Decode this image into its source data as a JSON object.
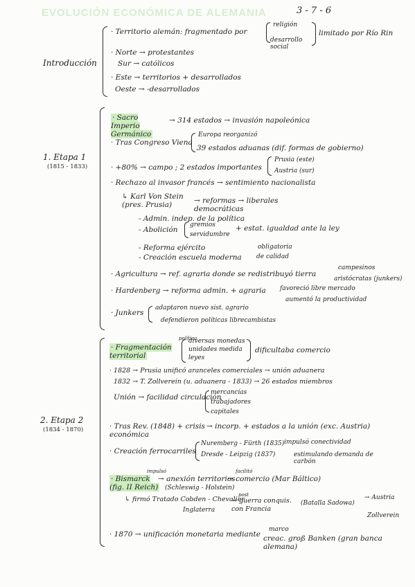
{
  "title": "EVOLUCIÓN ECONÓMICA DE ALEMANIA",
  "date": "3 - 7 - 6",
  "intro": {
    "label": "Introducción",
    "l1": "· Territorio alemán: fragmentado por",
    "l1a": "religión",
    "l1b": "desarrollo social",
    "l1c": "limitado por Río Rin",
    "l2": "· Norte → protestantes",
    "l3": "Sur → católicos",
    "l4": "· Este → territorios + desarrollados",
    "l5": "Oeste → -desarrollados"
  },
  "etapa1": {
    "label": "1. Etapa 1",
    "years": "(1815 - 1833)",
    "l1": "· Sacro Imperio Germánico",
    "l1b": "→ 314 estados → invasión napoleónica",
    "l2": "· Tras Congreso Viena",
    "l2a": "Europa reorganizó",
    "l2b": "39 estados aduanas (dif. formas de gobierno)",
    "l3": "· +80% → campo ; 2 estados importantes",
    "l3a": "Prusia (este)",
    "l3b": "Austria (sur)",
    "l4": "· Rechazo al invasor francés → sentimiento nacionalista",
    "l5": "↳ Karl Von Stein (pres. Prusia)",
    "l5b": "→ reformas → liberales democráticas",
    "l6": "- Admin. indep. de la política",
    "l7": "- Abolición",
    "l7a": "gremios",
    "l7b": "servidumbre",
    "l7c": "+ estat. igualdad ante la ley",
    "l8": "- Reforma ejército",
    "l8a": "obligatoria",
    "l9": "- Creación escuela moderna",
    "l9a": "de calidad",
    "l10": "· Agricultura → ref. agraria donde se redistribuyó tierra",
    "l10a": "campesinos",
    "l10b": "aristócratas (junkers)",
    "l11": "· Hardenberg → reforma admin. + agraria",
    "l11a": "favoreció libre mercado",
    "l11b": "aumentó la productividad",
    "l12": "· Junkers",
    "l12a": "adaptaron nuevo sist. agrario",
    "l12b": "defendieron políticas librecambistas"
  },
  "etapa2": {
    "label": "2. Etapa 2",
    "years": "(1834 - 1870)",
    "l1": "· Fragmentación territorial",
    "l1p": "política",
    "l1a": "diversas monedas",
    "l1b": "unidades medida",
    "l1c": "leyes",
    "l1d": "dificultaba comercio",
    "l2": "· 1828 → Prusia unificó aranceles comerciales → unión aduanera",
    "l3": "1832 → T. Zollverein (u. aduanera - 1833) → 26 estados miembros",
    "l4": "Unión → facilidad circulación",
    "l4a": "mercancías",
    "l4b": "trabajadores",
    "l4c": "capitales",
    "l5": "· Tras Rev. (1848) + crisis económica",
    "l5b": "→ incorp. + estados a la unión (exc. Austria)",
    "l6": "· Creación ferrocarriles",
    "l6a": "Nuremberg - Fürth (1835)",
    "l6b": "Dresde - Leipzig (1837)",
    "l6c": "impulsó conectividad",
    "l6d": "estimulando demanda de carbón",
    "l7": "· Bismarck (fig. II Reich)",
    "l7p": "impulsó",
    "l7b": "→ anexión territorios",
    "l7c": "(Schleswig - Holstein)",
    "l7d": "facilitó",
    "l7e": "→ comercio (Mar Báltico)",
    "l8": "↳ firmó Tratado Cobden - Chevalier",
    "l8a": "Inglaterra",
    "l8b": "post",
    "l8c": "→ guerra conquis. con Francia",
    "l8d": "(Batalla Sadowa)",
    "l8e": "→ Austria",
    "l8f": "Zollverein",
    "l9": "· 1870 → unificación monetaria mediante",
    "l9a": "marco",
    "l9b": "creac. groß Banken (gran banca alemana)"
  }
}
